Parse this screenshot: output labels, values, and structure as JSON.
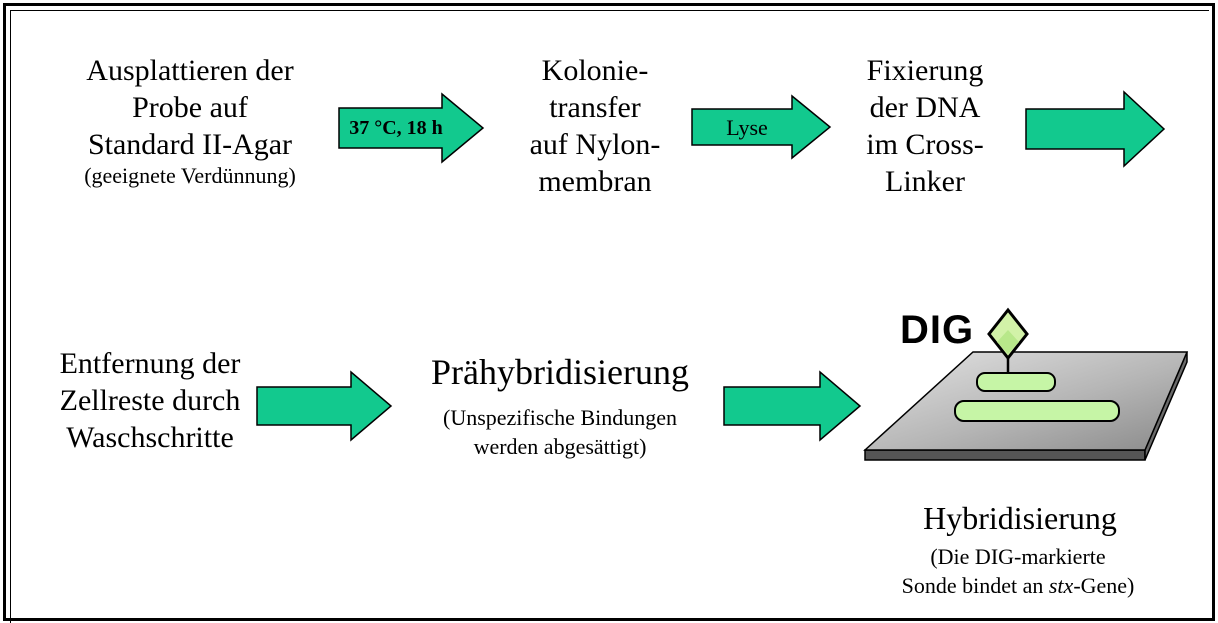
{
  "steps": {
    "plating": {
      "lines": [
        "Ausplattieren der",
        "Probe auf",
        "Standard II-Agar"
      ],
      "note": "(geeignete Verdünnung)"
    },
    "transfer": {
      "lines": [
        "Kolonie-",
        "transfer",
        "auf Nylon-",
        "membran"
      ]
    },
    "fixation": {
      "lines": [
        "Fixierung",
        "der DNA",
        "im Cross-",
        "Linker"
      ]
    },
    "removal": {
      "lines": [
        "Entfernung der",
        "Zellreste durch",
        "Waschschritte"
      ]
    },
    "prehyb": {
      "title": "Prähybridisierung",
      "note_lines": [
        "(Unspezifische Bindungen",
        "werden abgesättigt)"
      ]
    },
    "hyb": {
      "title": "Hybridisierung",
      "note_line1": "(Die DIG-markierte",
      "note_line2_before": "Sonde bindet an ",
      "note_line2_italic": "stx",
      "note_line2_after": "-Gene)"
    }
  },
  "arrows": {
    "incubation_label": "37 °C, 18 h",
    "lysis_label": "Lyse"
  },
  "illustration": {
    "logo_text": "DIG"
  },
  "colors": {
    "arrow_fill": "#12c98e",
    "arrow_stroke": "#000000",
    "membrane_fill": "#b4b4b4",
    "probe_fill": "#c6f5a6",
    "diamond_fill": "#d2f2a8"
  }
}
